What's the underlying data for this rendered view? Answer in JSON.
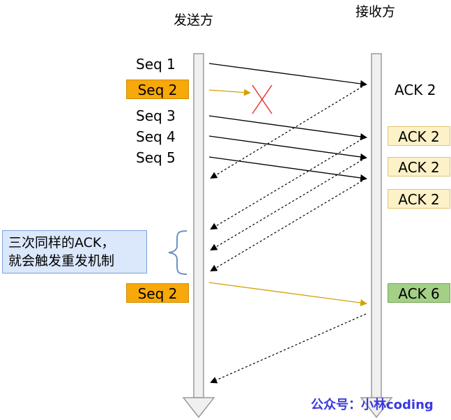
{
  "header": {
    "sender": "发送方",
    "receiver": "接收方"
  },
  "sender_labels": {
    "seq1": "Seq 1",
    "seq2_lost": "Seq 2",
    "seq3": "Seq 3",
    "seq4": "Seq 4",
    "seq5": "Seq 5",
    "seq2_resend": "Seq 2"
  },
  "receiver_labels": {
    "ack_first": "ACK 2",
    "dup1": "ACK 2",
    "dup2": "ACK 2",
    "dup3": "ACK 2",
    "ack_final": "ACK 6"
  },
  "note": {
    "line1": "三次同样的ACK，",
    "line2": "就会触发重发机制"
  },
  "brand": "公众号：小林coding",
  "colors": {
    "highlight_orange": "#f7a80a",
    "ack_duplicate_fill": "#fdf1c8",
    "ack_success_fill": "#a3cf86",
    "note_fill": "#dbe7fb",
    "lost_cross": "#e53935",
    "resend_arrow": "#d7a000",
    "brace": "#6b8fc4",
    "brand_text": "#3a3ae0"
  }
}
